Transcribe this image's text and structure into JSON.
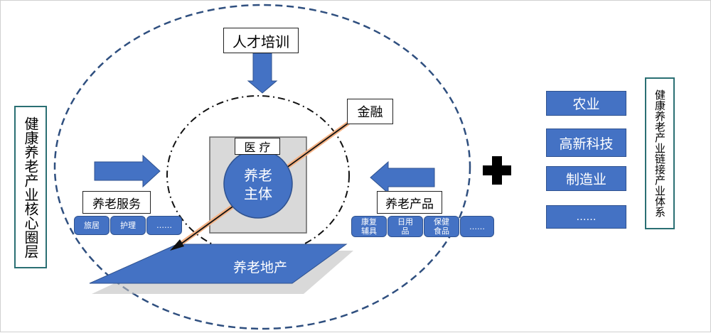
{
  "left_title": "健康养老产业核心圈层",
  "right_title": "健康养老产业链接产业体系",
  "top_label": "人才培训",
  "finance_label": "金融",
  "medical_label": "医 疗",
  "core_label_line1": "养老",
  "core_label_line2": "主体",
  "service_label": "养老服务",
  "product_label": "养老产品",
  "real_estate_label": "养老地产",
  "service_items": [
    "旅居",
    "护理",
    "……"
  ],
  "product_items": [
    {
      "line1": "康复",
      "line2": "辅具"
    },
    {
      "line1": "日用",
      "line2": "品"
    },
    {
      "line1": "保健",
      "line2": "食品"
    },
    {
      "line1": "……",
      "line2": ""
    }
  ],
  "industries": [
    "农业",
    "高新科技",
    "制造业",
    "……"
  ],
  "colors": {
    "accent_blue": "#4472c4",
    "dark_blue_dashed": "#2f4f7f",
    "frame_teal": "#2a6f73",
    "medical_box_gray": "#d9d9d9",
    "finance_line_glow": "#f4b183"
  }
}
